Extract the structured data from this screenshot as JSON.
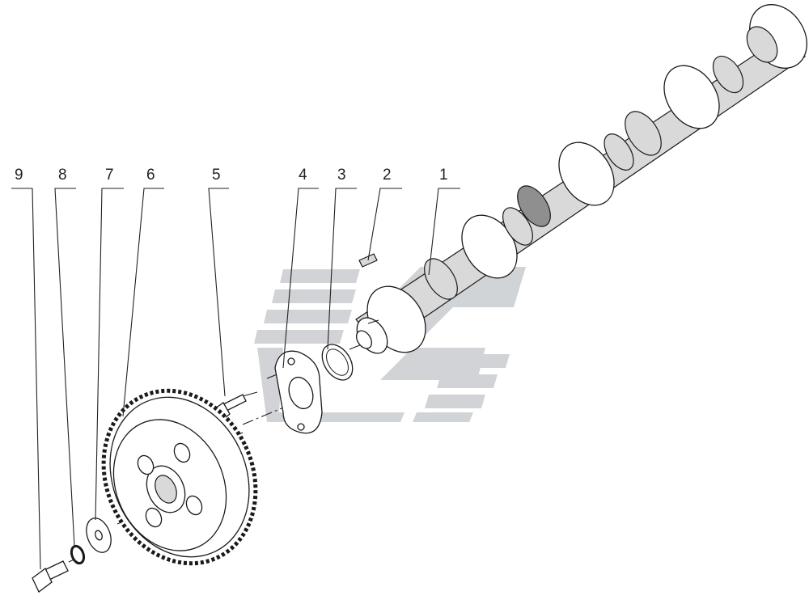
{
  "colors": {
    "background": "#ffffff",
    "line": "#1a1a1a",
    "watermark": "#c9ccd0"
  },
  "callouts": [
    {
      "id": "1",
      "label": "1"
    },
    {
      "id": "2",
      "label": "2"
    },
    {
      "id": "3",
      "label": "3"
    },
    {
      "id": "4",
      "label": "4"
    },
    {
      "id": "5",
      "label": "5"
    },
    {
      "id": "6",
      "label": "6"
    },
    {
      "id": "7",
      "label": "7"
    },
    {
      "id": "8",
      "label": "8"
    },
    {
      "id": "9",
      "label": "9"
    }
  ],
  "parts": {
    "camshaft": "part-1",
    "key": "part-2",
    "o_ring": "part-3",
    "thrust_flange": "part-4",
    "flange_bolt": "part-5",
    "gear": "part-6",
    "washer": "part-7",
    "lock_washer": "part-8",
    "gear_bolt": "part-9"
  }
}
